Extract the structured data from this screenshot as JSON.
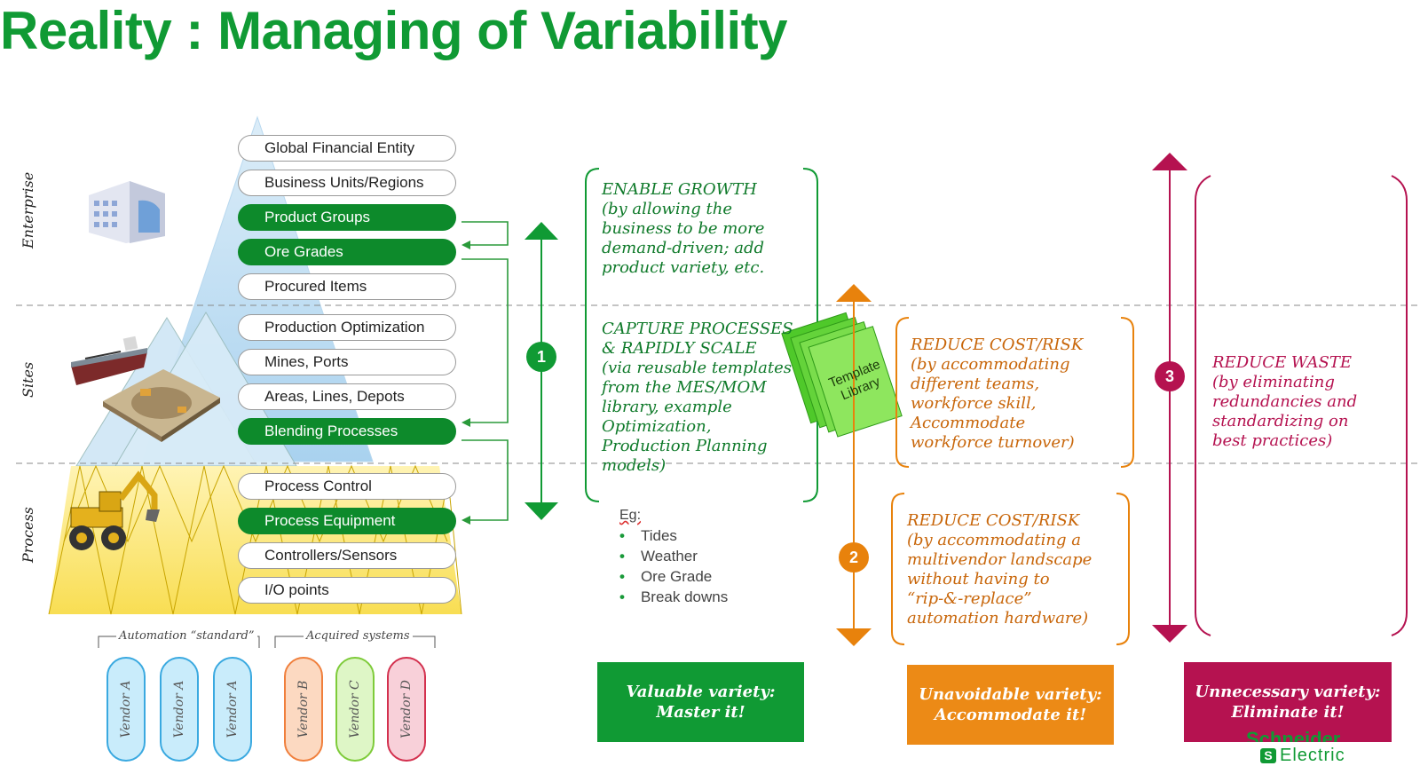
{
  "title": "Reality : Managing of Variability",
  "zones": {
    "enterprise": "Enterprise",
    "sites": "Sites",
    "process": "Process"
  },
  "hierarchy": [
    {
      "label": "Global Financial Entity",
      "highlight": false
    },
    {
      "label": "Business Units/Regions",
      "highlight": false
    },
    {
      "label": "Product Groups",
      "highlight": true
    },
    {
      "label": "Ore Grades",
      "highlight": true
    },
    {
      "label": "Procured Items",
      "highlight": false
    },
    {
      "label": "Production Optimization",
      "highlight": false
    },
    {
      "label": "Mines, Ports",
      "highlight": false
    },
    {
      "label": "Areas, Lines, Depots",
      "highlight": false
    },
    {
      "label": "Blending Processes",
      "highlight": true
    },
    {
      "label": "Process Control",
      "highlight": false
    },
    {
      "label": "Process Equipment",
      "highlight": true
    },
    {
      "label": "Controllers/Sensors",
      "highlight": false
    },
    {
      "label": "I/O points",
      "highlight": false
    }
  ],
  "vendors": {
    "automation_label": "Automation “standard”",
    "acquired_label": "Acquired systems",
    "items": [
      {
        "label": "Vendor A",
        "color": "#3aa9e0"
      },
      {
        "label": "Vendor A",
        "color": "#3aa9e0"
      },
      {
        "label": "Vendor A",
        "color": "#3aa9e0"
      },
      {
        "label": "Vendor B",
        "color": "#f07f3c"
      },
      {
        "label": "Vendor C",
        "color": "#7ecb3a"
      },
      {
        "label": "Vendor D",
        "color": "#d3304e"
      }
    ]
  },
  "valuable": {
    "marker": "1",
    "enable_title": "ENABLE GROWTH",
    "enable_lines": [
      "(by allowing the",
      "business to be more",
      "demand-driven; add",
      "product variety, etc."
    ],
    "capture_lines": [
      "CAPTURE PROCESSES",
      "& RAPIDLY SCALE"
    ],
    "capture_body": [
      "(via reusable templates",
      "from the MES/MOM",
      "library, example",
      "Optimization,",
      "Production Planning",
      "models)"
    ],
    "eg_label": "Eg:",
    "eg_items": [
      "Tides",
      "Weather",
      "Ore Grade",
      "Break downs"
    ],
    "box_lines": [
      "Valuable variety:",
      "Master it!"
    ],
    "color": "#109a34"
  },
  "template_library": [
    "Template",
    "Library"
  ],
  "unavoidable": {
    "marker": "2",
    "block1_title": "REDUCE COST/RISK",
    "block1_lines": [
      "(by accommodating",
      "different teams,",
      "workforce skill,",
      "Accommodate",
      "workforce turnover)"
    ],
    "block2_title": "REDUCE COST/RISK",
    "block2_lines": [
      "(by accommodating a",
      "multivendor landscape",
      "without having to",
      "“rip-&-replace”",
      "automation hardware)"
    ],
    "box_lines": [
      "Unavoidable  variety:",
      "Accommodate it!"
    ],
    "color": "#e8820c"
  },
  "unnecessary": {
    "marker": "3",
    "title": "REDUCE WASTE",
    "lines": [
      "(by eliminating",
      "redundancies and",
      "standardizing on",
      "best practices)"
    ],
    "box_lines": [
      "Unnecessary variety:",
      "Eliminate it!"
    ],
    "color": "#b51250"
  },
  "logo": {
    "line1": "Schneider",
    "line2": "Electric"
  }
}
